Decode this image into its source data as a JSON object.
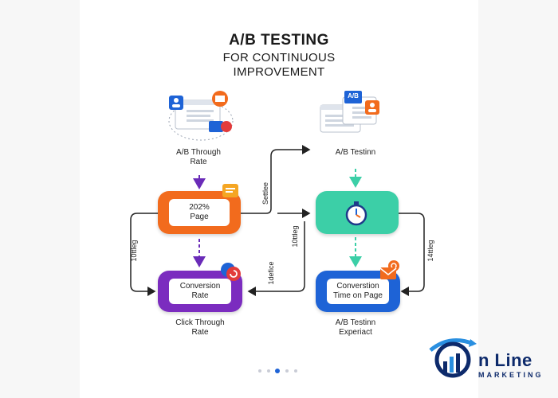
{
  "title": {
    "line1": "A/B TESTING",
    "line2": "FOR CONTINUOUS",
    "line3": "IMPROVEMENT"
  },
  "left": {
    "top_label_1": "A/B Through",
    "top_label_2": "Rate",
    "orange_box_1": "202%",
    "orange_box_2": "Page",
    "purple_box_1": "Conversion",
    "purple_box_2": "Rate",
    "bottom_label_1": "Click Through",
    "bottom_label_2": "Rate",
    "side_label": "10ttleg"
  },
  "middle": {
    "arrow_label_top": "Settlee",
    "arrow_label_mid": "10ttleg",
    "arrow_label_bottom": "1defice"
  },
  "right": {
    "top_label": "A/B Testinn",
    "blue_box_1": "Converstion",
    "blue_box_2": "Time on Page",
    "bottom_label_1": "A/B Testinn",
    "bottom_label_2": "Experiact",
    "side_label": "14ttleg",
    "ab_badge": "A/B"
  },
  "logo": {
    "line1": "n Line",
    "line2": "MARKETING"
  },
  "colors": {
    "orange": "#f26b1d",
    "purple": "#7b2cbf",
    "teal": "#3ccfa7",
    "blue": "#1e63d6",
    "arrow_purple": "#6a2bb8",
    "arrow_teal": "#3ccfa7",
    "logo_navy": "#0d2a6b",
    "logo_blue": "#2a8fe0"
  }
}
